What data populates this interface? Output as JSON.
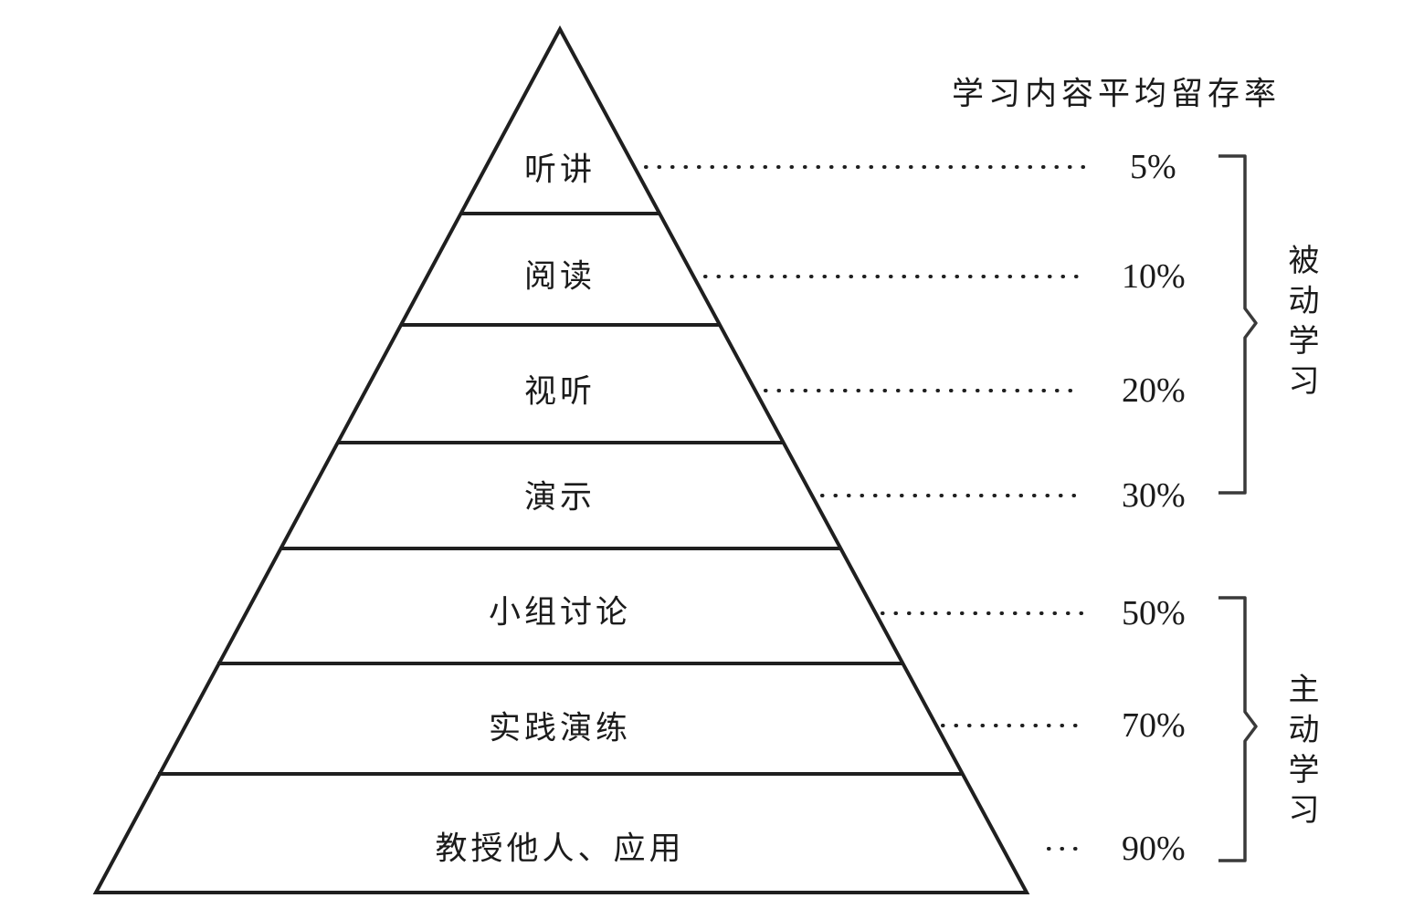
{
  "chart_data": {
    "type": "pie",
    "title": "学习内容平均留存率",
    "xlabel": "",
    "ylabel": "",
    "categories": [
      "听讲",
      "阅读",
      "视听",
      "演示",
      "小组讨论",
      "实践演练",
      "教授他人、应用"
    ],
    "values": [
      5,
      10,
      20,
      30,
      50,
      70,
      90
    ],
    "value_labels": [
      "5%",
      "10%",
      "20%",
      "30%",
      "50%",
      "70%",
      "90%"
    ],
    "groups": [
      {
        "label": "被动学习",
        "members": [
          "听讲",
          "阅读",
          "视听",
          "演示"
        ]
      },
      {
        "label": "主动学习",
        "members": [
          "小组讨论",
          "实践演练",
          "教授他人、应用"
        ]
      }
    ],
    "grid": false,
    "legend": "none"
  },
  "pyramid": {
    "levels": [
      {
        "label": "听讲",
        "percent": "5%"
      },
      {
        "label": "阅读",
        "percent": "10%"
      },
      {
        "label": "视听",
        "percent": "20%"
      },
      {
        "label": "演示",
        "percent": "30%"
      },
      {
        "label": "小组讨论",
        "percent": "50%"
      },
      {
        "label": "实践演练",
        "percent": "70%"
      },
      {
        "label": "教授他人、应用",
        "percent": "90%"
      }
    ]
  },
  "title": "学习内容平均留存率",
  "groups": {
    "passive": "被动学习",
    "active": "主动学习"
  },
  "colors": {
    "stroke": "#1f1f1f",
    "background": "#ffffff",
    "text": "#1b1b1b"
  }
}
